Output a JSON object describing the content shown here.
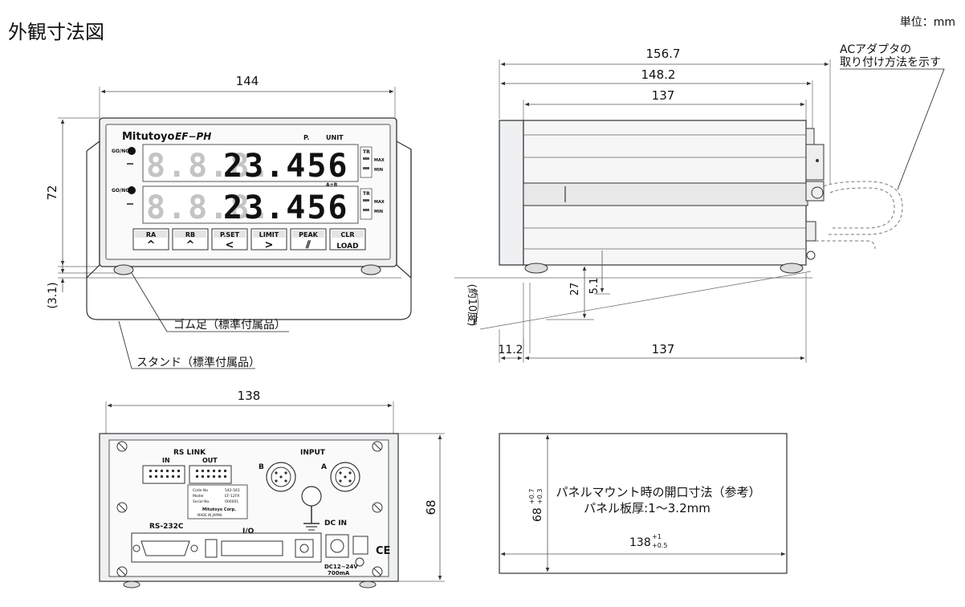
{
  "title": "外観寸法図",
  "unit": "単位：mm",
  "front": {
    "width_dim": "144",
    "height_dim": "72",
    "offset_dim": "(3.1)",
    "brand": "Mitutoyo",
    "model": "EF−PH",
    "p_label": "P.",
    "unit_label": "UNIT",
    "gong_a": "GO/NG",
    "gong_b": "GO/NG",
    "ab_label": "A±B",
    "digits_dim": "8.8.8.",
    "digits_main": "23.456",
    "tr_a": "TR",
    "max_a": "MAX",
    "min_a": "MIN",
    "tr_b": "TR",
    "max_b": "MAX",
    "min_b": "MIN",
    "keys": [
      {
        "top": "RA",
        "bottom": "^"
      },
      {
        "top": "RB",
        "bottom": "^"
      },
      {
        "top": "P.SET",
        "bottom": "<"
      },
      {
        "top": "LIMIT",
        "bottom": ">"
      },
      {
        "top": "PEAK",
        "bottom": "⫽"
      },
      {
        "top": "CLR",
        "bottom": "LOAD"
      }
    ],
    "rubber_foot_label": "ゴム足（標準付属品）",
    "stand_label": "スタンド（標準付属品）"
  },
  "side": {
    "dim_total": "156.7",
    "dim_mid": "148.2",
    "dim_body": "137",
    "dim_bottom": "137",
    "dim_overhang": "11.2",
    "dim_27": "27",
    "dim_51": "5.1",
    "angle_label": "(約10度)",
    "ac_note_line1": "ACアダプタの",
    "ac_note_line2": "取り付け方法を示す"
  },
  "rear": {
    "width_dim": "138",
    "height_dim": "68",
    "rs_link": "RS  LINK",
    "in_label": "IN",
    "out_label": "OUT",
    "input_label": "INPUT",
    "b_label": "B",
    "a_label": "A",
    "rs232c": "RS-232C",
    "io_label": "I/O",
    "dcin": "DC  IN",
    "power_label": "DC12~24V",
    "current_label": "700mA",
    "plate": [
      {
        "k": "Code  No",
        "v": "542-561"
      },
      {
        "k": "Model",
        "v": "EF-12FR"
      },
      {
        "k": "Serial  No.",
        "v": "000001"
      }
    ],
    "plate_brand": "Mitutoyo Corp.",
    "plate_origin": "MADE IN JAPAN",
    "ce": "CE"
  },
  "cutout": {
    "title": "パネルマウント時の開口寸法（参考）",
    "thickness": "パネル板厚:1～3.2mm",
    "width_main": "138",
    "width_tol_up": "+1",
    "width_tol_low": "+0.5",
    "height_main": "68",
    "height_tol_up": "+0.7",
    "height_tol_low": "+0.3"
  }
}
